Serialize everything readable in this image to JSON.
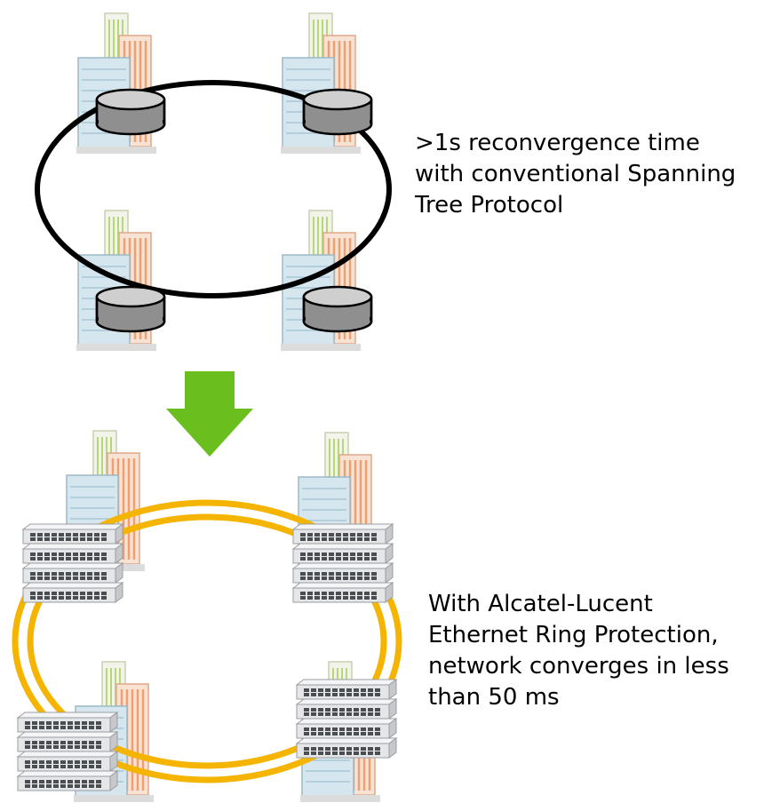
{
  "top_section": {
    "caption_lines": [
      ">1s reconvergence time",
      "with conventional Spanning",
      "Tree Protocol"
    ]
  },
  "bottom_section": {
    "caption_lines": [
      "With Alcatel-Lucent",
      "Ethernet Ring Protection,",
      "network converges in less",
      "than 50 ms"
    ]
  },
  "colors": {
    "stp_ring": "#000000",
    "erp_ring": "#f5b400",
    "transition_arrow": "#6abf1e",
    "router_body": "#8f8f8f",
    "router_top": "#cfcfcf",
    "switch_body": "#e4e6e8",
    "switch_ports": "#4a4d52"
  },
  "icons": {
    "site": "office-buildings-icon",
    "stp_node": "router-cylinder-icon",
    "erp_node": "ethernet-switch-stack-icon",
    "transition": "down-arrow-icon"
  }
}
